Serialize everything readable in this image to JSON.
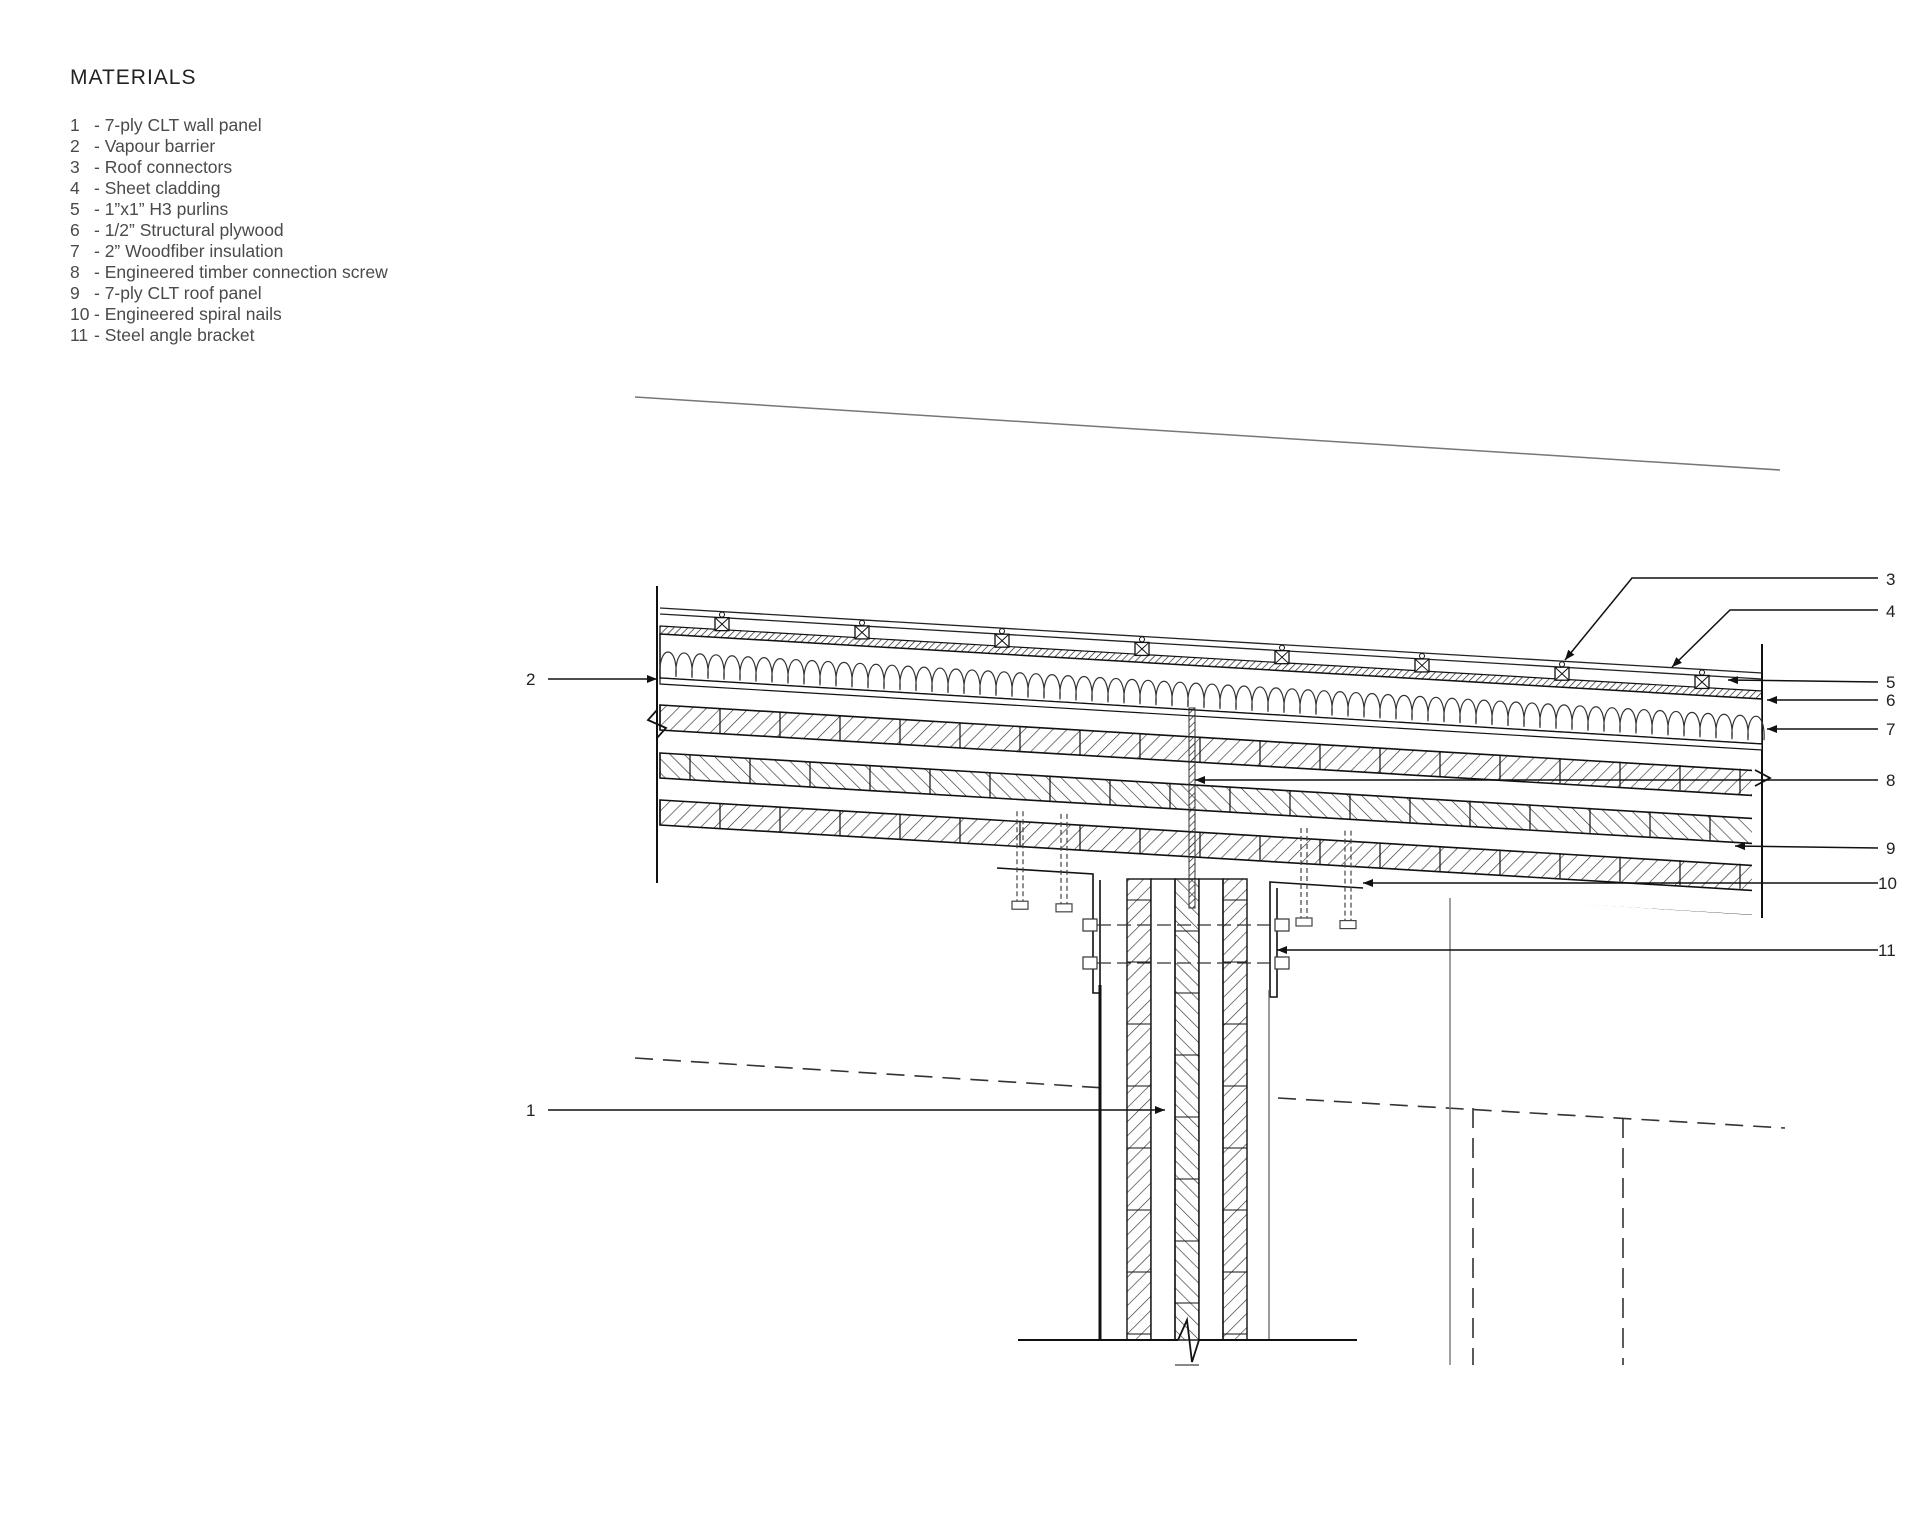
{
  "legend": {
    "title": "MATERIALS",
    "items": [
      {
        "num": "1",
        "label": "- 7-ply CLT wall panel"
      },
      {
        "num": "2",
        "label": "- Vapour barrier"
      },
      {
        "num": "3",
        "label": "- Roof connectors"
      },
      {
        "num": "4",
        "label": "- Sheet cladding"
      },
      {
        "num": "5",
        "label": "- 1”x1” H3 purlins"
      },
      {
        "num": "6",
        "label": "- 1/2” Structural plywood"
      },
      {
        "num": "7",
        "label": "- 2” Woodfiber insulation"
      },
      {
        "num": "8",
        "label": "- Engineered timber connection screw"
      },
      {
        "num": "9",
        "label": "- 7-ply CLT roof panel"
      },
      {
        "num": "10",
        "label": "- Engineered spiral nails"
      },
      {
        "num": "11",
        "label": "- Steel angle bracket"
      }
    ]
  },
  "callouts": {
    "c1": "1",
    "c2": "2",
    "c3": "3",
    "c4": "4",
    "c5": "5",
    "c6": "6",
    "c7": "7",
    "c8": "8",
    "c9": "9",
    "c10": "10",
    "c11": "11"
  },
  "colors": {
    "line": "#1a1a1a",
    "hatch": "#333333",
    "guide": "#777777"
  }
}
